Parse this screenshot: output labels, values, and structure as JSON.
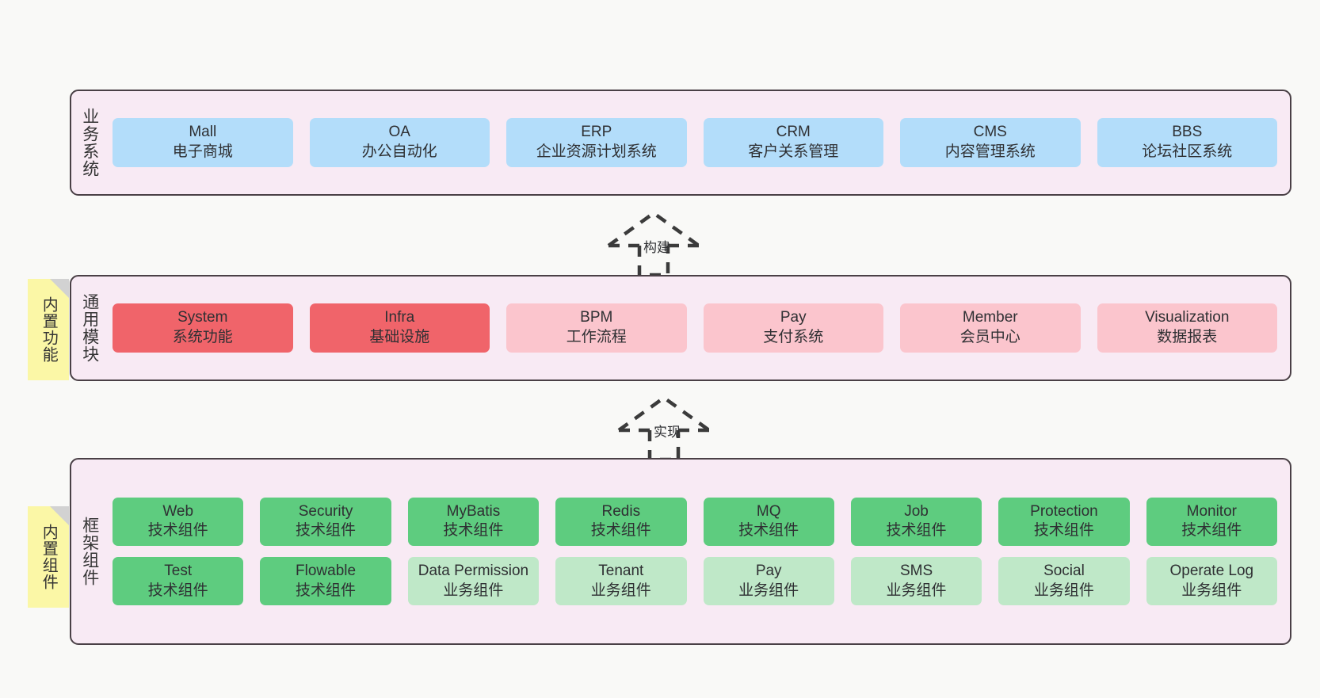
{
  "diagram": {
    "background": "#f9f9f7",
    "panel_fill": "#f8eaf4",
    "panel_border": "#4a4046",
    "note_fill": "#fbf7a6"
  },
  "layers": [
    {
      "title": "业务系统",
      "rows": [
        {
          "cards": [
            {
              "en": "Mall",
              "cn": "电子商城",
              "style": "c-blue"
            },
            {
              "en": "OA",
              "cn": "办公自动化",
              "style": "c-blue"
            },
            {
              "en": "ERP",
              "cn": "企业资源计划系统",
              "style": "c-blue"
            },
            {
              "en": "CRM",
              "cn": "客户关系管理",
              "style": "c-blue"
            },
            {
              "en": "CMS",
              "cn": "内容管理系统",
              "style": "c-blue"
            },
            {
              "en": "BBS",
              "cn": "论坛社区系统",
              "style": "c-blue"
            }
          ]
        }
      ]
    },
    {
      "title": "通用模块",
      "note": "内置功能",
      "rows": [
        {
          "cards": [
            {
              "en": "System",
              "cn": "系统功能",
              "style": "c-red"
            },
            {
              "en": "Infra",
              "cn": "基础设施",
              "style": "c-red"
            },
            {
              "en": "BPM",
              "cn": "工作流程",
              "style": "c-pink"
            },
            {
              "en": "Pay",
              "cn": "支付系统",
              "style": "c-pink"
            },
            {
              "en": "Member",
              "cn": "会员中心",
              "style": "c-pink"
            },
            {
              "en": "Visualization",
              "cn": "数据报表",
              "style": "c-pink"
            }
          ]
        }
      ]
    },
    {
      "title": "框架组件",
      "note": "内置组件",
      "rows": [
        {
          "cards": [
            {
              "en": "Web",
              "cn": "技术组件",
              "style": "c-green"
            },
            {
              "en": "Security",
              "cn": "技术组件",
              "style": "c-green"
            },
            {
              "en": "MyBatis",
              "cn": "技术组件",
              "style": "c-green"
            },
            {
              "en": "Redis",
              "cn": "技术组件",
              "style": "c-green"
            },
            {
              "en": "MQ",
              "cn": "技术组件",
              "style": "c-green"
            },
            {
              "en": "Job",
              "cn": "技术组件",
              "style": "c-green"
            },
            {
              "en": "Protection",
              "cn": "技术组件",
              "style": "c-green"
            },
            {
              "en": "Monitor",
              "cn": "技术组件",
              "style": "c-green"
            }
          ]
        },
        {
          "cards": [
            {
              "en": "Test",
              "cn": "技术组件",
              "style": "c-green"
            },
            {
              "en": "Flowable",
              "cn": "技术组件",
              "style": "c-green"
            },
            {
              "en": "Data Permission",
              "cn": "业务组件",
              "style": "c-greenlite"
            },
            {
              "en": "Tenant",
              "cn": "业务组件",
              "style": "c-greenlite"
            },
            {
              "en": "Pay",
              "cn": "业务组件",
              "style": "c-greenlite"
            },
            {
              "en": "SMS",
              "cn": "业务组件",
              "style": "c-greenlite"
            },
            {
              "en": "Social",
              "cn": "业务组件",
              "style": "c-greenlite"
            },
            {
              "en": "Operate Log",
              "cn": "业务组件",
              "style": "c-greenlite"
            }
          ]
        }
      ]
    }
  ],
  "arrows": [
    {
      "label": "构建"
    },
    {
      "label": "实现"
    }
  ]
}
